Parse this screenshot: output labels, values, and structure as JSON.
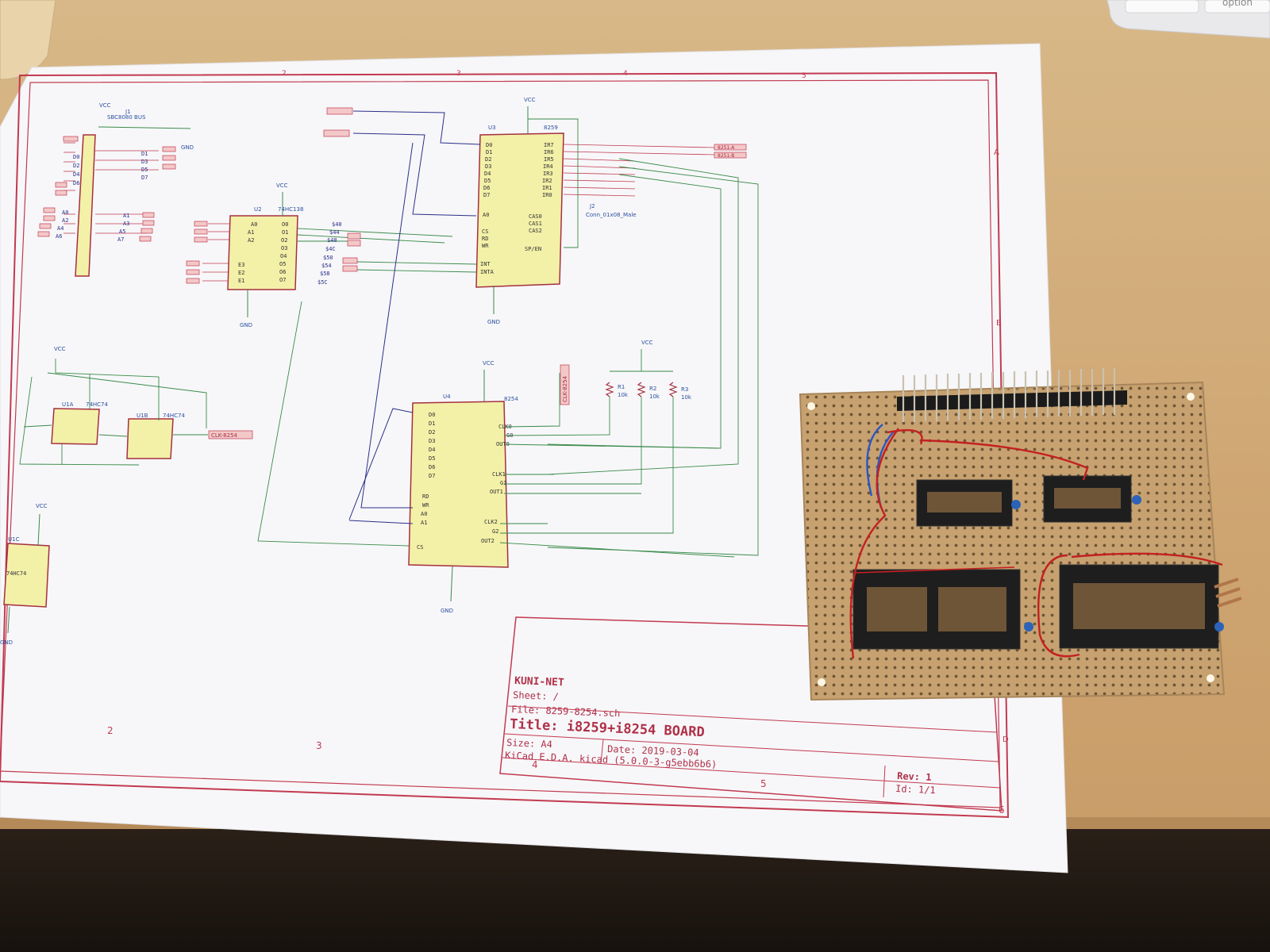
{
  "schematic": {
    "company": "KUNI-NET",
    "sheet": "Sheet: /",
    "file": "File: 8259-8254.sch",
    "title": "Title: i8259+i8254 BOARD",
    "size": "Size: A4",
    "date": "Date: 2019-03-04",
    "tool": "KiCad E.D.A.  kicad (5.0.0-3-g5ebb6b6)",
    "rev": "Rev: 1",
    "id": "Id: 1/1",
    "border_numbers": [
      "2",
      "3",
      "4",
      "5",
      "6"
    ],
    "border_letters": [
      "A",
      "B",
      "D"
    ],
    "components": {
      "j1": {
        "ref": "J1",
        "value": "SBC8080 BUS"
      },
      "u2": {
        "ref": "U2",
        "value": "74HC138"
      },
      "u3": {
        "ref": "U3",
        "value": "8259"
      },
      "u4": {
        "ref": "U4",
        "value": "8254"
      },
      "j2": {
        "ref": "J2",
        "value": "Conn_01x08_Male"
      },
      "u1a": {
        "ref": "U1A",
        "value": "74HC74"
      },
      "u1b": {
        "ref": "U1B",
        "value": "74HC74"
      },
      "u1c": {
        "ref": "U1C",
        "value": "74HC74"
      },
      "r1": {
        "ref": "R1",
        "value": "10k"
      },
      "r2": {
        "ref": "R2",
        "value": "10k"
      },
      "r3": {
        "ref": "R3",
        "value": "10k"
      }
    },
    "power": {
      "vcc": "VCC",
      "gnd": "GND"
    },
    "net_labels": {
      "clk_8254": "CLK-8254",
      "int_a": "8251-A",
      "int_b": "8251-B"
    },
    "u3_pins_left": [
      "D0",
      "D1",
      "D2",
      "D3",
      "D4",
      "D5",
      "D6",
      "D7",
      "A0",
      "CS",
      "RD",
      "WR",
      "INT",
      "INTA"
    ],
    "u3_pins_right": [
      "IR7",
      "IR6",
      "IR5",
      "IR4",
      "IR3",
      "IR2",
      "IR1",
      "IR0",
      "CAS0",
      "CAS1",
      "CAS2",
      "SP/EN"
    ],
    "u4_pins_left": [
      "D0",
      "D1",
      "D2",
      "D3",
      "D4",
      "D5",
      "D6",
      "D7",
      "RD",
      "WR",
      "A0",
      "A1",
      "CS"
    ],
    "u4_pins_right": [
      "CLK0",
      "G0",
      "OUT0",
      "CLK1",
      "G1",
      "OUT1",
      "CLK2",
      "G2",
      "OUT2"
    ],
    "u2_outputs": [
      "$40",
      "$44",
      "$48",
      "$4C",
      "$50",
      "$54",
      "$58",
      "$5C"
    ],
    "u2_pins": [
      "A0",
      "A1",
      "A2",
      "E3",
      "E2",
      "E1",
      "O0",
      "O1",
      "O2",
      "O3",
      "O4",
      "O5",
      "O6",
      "O7"
    ],
    "j1_signals": [
      "D0",
      "D2",
      "D4",
      "D6",
      "D1",
      "D3",
      "D5",
      "D7",
      "A0",
      "A2",
      "A4",
      "A6",
      "A1",
      "A3",
      "A5",
      "A7"
    ]
  },
  "keyboard": {
    "key_label": "option"
  },
  "colors": {
    "paper": "#f6f6f8",
    "border": "#c23a50",
    "wire": "#3a8a4a",
    "bus": "#2c2f8a",
    "ic_fill": "#f3f0a8",
    "ic_stroke": "#a53040",
    "perfboard": "#c9a675",
    "desk": "#cfa877"
  }
}
